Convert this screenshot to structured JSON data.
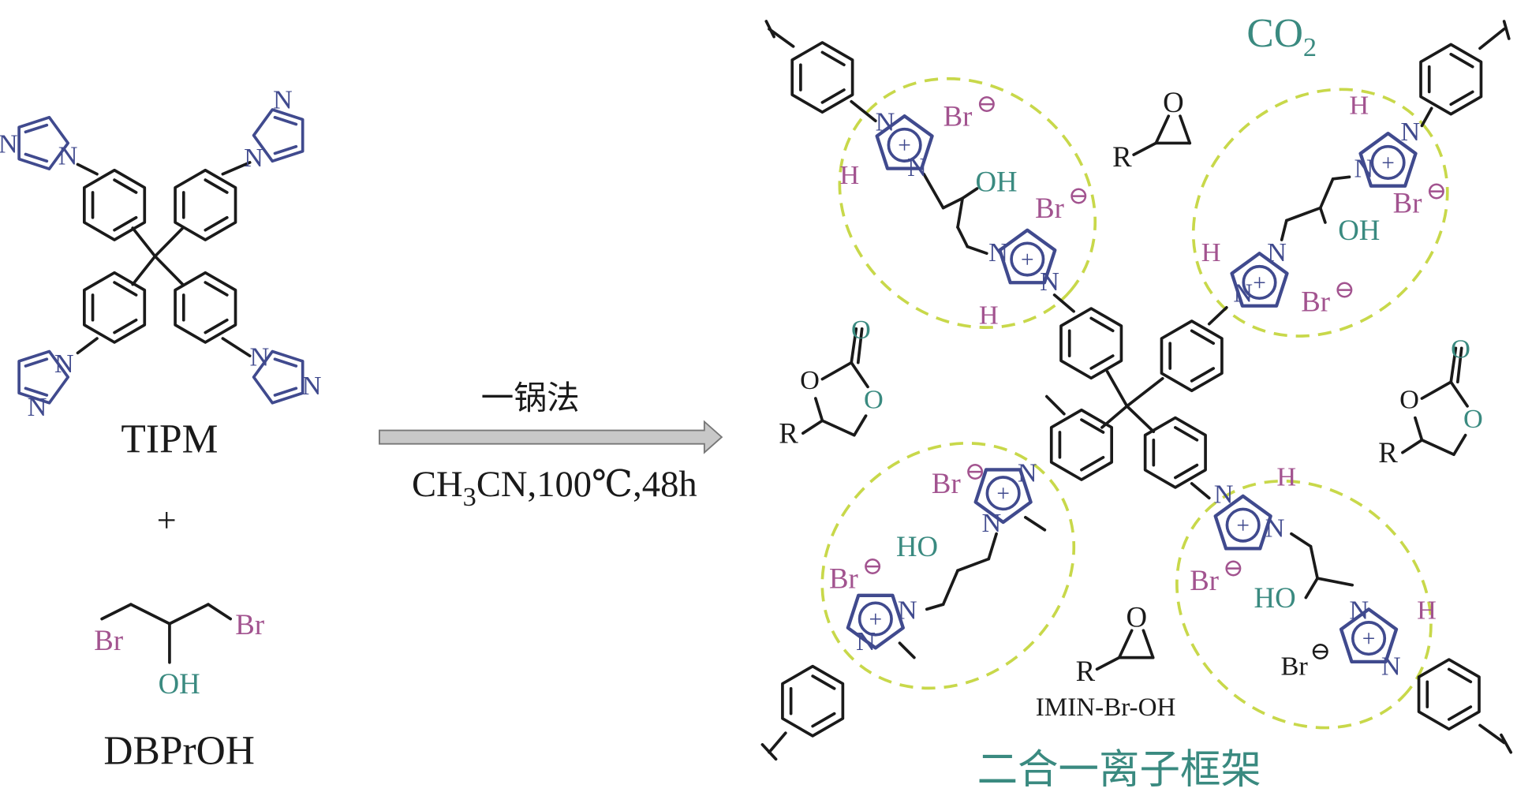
{
  "colors": {
    "bond": "#1a1a1a",
    "ring_blue": "#404a8e",
    "bromine": "#a2538f",
    "oxygen_teal": "#3a8a80",
    "ellipse_green": "#c8d84a",
    "arrow_gray": "#c8c8c8"
  },
  "atoms": {
    "N": "N",
    "Br": "Br",
    "OH": "OH",
    "HO": "HO",
    "H": "H",
    "O": "O",
    "R": "R",
    "minus": "⊖",
    "plus": "+"
  },
  "reactants": {
    "tipm_label": "TIPM",
    "plus_sign": "+",
    "dbproh_label": "DBPrOH"
  },
  "arrow": {
    "method": "一锅法",
    "conditions_pre": "CH",
    "conditions_sub": "3",
    "conditions_post": "CN,100℃,48h"
  },
  "product": {
    "co2_pre": "CO",
    "co2_sub": "2",
    "name": "IMIN-Br-OH",
    "caption": "二合一离子框架"
  }
}
